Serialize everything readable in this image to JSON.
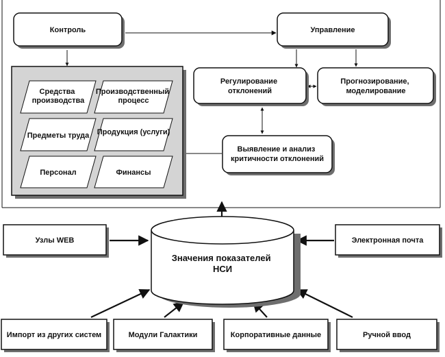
{
  "nodes": {
    "kontrol": "Контроль",
    "upravlenie": "Управление",
    "regulirovanie": [
      "Регулирование",
      "отклонений"
    ],
    "prognozirovanie": [
      "Прогнозирование,",
      "моделирование"
    ],
    "vyyavlenie": [
      "Выявление и анализ",
      "критичности отклонений"
    ],
    "sredstva": [
      "Средства",
      "производства"
    ],
    "proizv_process": [
      "Производственный",
      "процесс"
    ],
    "predmety": "Предметы труда",
    "produkciya": "Продукция (услуги)",
    "personal": "Персонал",
    "finansy": "Финансы",
    "database": [
      "Значения показателей",
      "НСИ"
    ],
    "uzly_web": "Узлы WEB",
    "email": "Электронная почта",
    "import": "Импорт из других систем",
    "moduli": "Модули Галактики",
    "korp_dannye": "Корпоративные данные",
    "ruchnoy": "Ручной ввод"
  },
  "colors": {
    "stroke": "#111111",
    "shadow": "#6e6e6e",
    "panel_fill": "#d4d4d4",
    "box_fill": "#ffffff"
  }
}
